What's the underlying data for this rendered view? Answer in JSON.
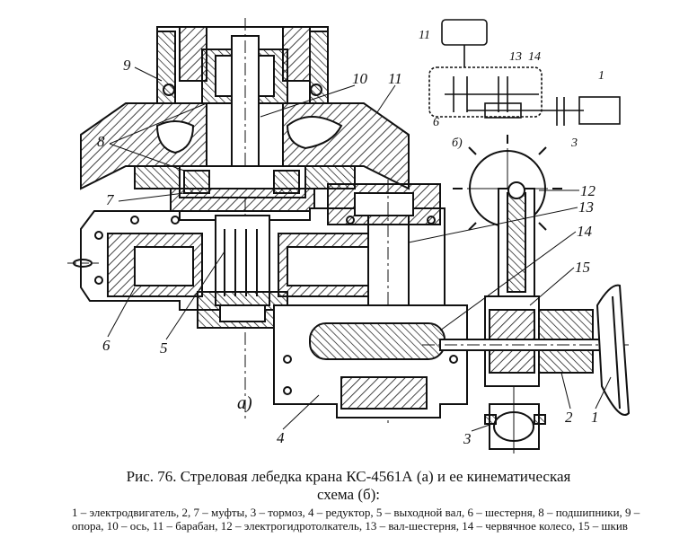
{
  "labels": {
    "part_1": "1",
    "part_2": "2",
    "part_3": "3",
    "part_4": "4",
    "part_5": "5",
    "part_6": "6",
    "part_7": "7",
    "part_8": "8",
    "part_9": "9",
    "part_10": "10",
    "part_11": "11",
    "part_12": "12",
    "part_13": "13",
    "part_14": "14",
    "part_15": "15",
    "view_a": "а)",
    "view_b": "б)"
  },
  "scheme_labels": {
    "s11": "11",
    "s13": "13",
    "s14": "14",
    "s1": "1",
    "s6": "6",
    "s3": "3"
  },
  "caption": {
    "line1": "Рис. 76. Стреловая лебедка крана КС-4561А (а) и ее кинематическая",
    "line2": "схема (б):"
  },
  "legend": "1 – электродвигатель, 2, 7 – муфты, 3 – тормоз, 4 – редуктор, 5 – выходной вал, 6 – шестерня, 8 – подшипники, 9 – опора, 10 – ось, 11 – барабан, 12 – электрогидротолкатель, 13 – вал-шестерня, 14 – червячное колесо, 15 – шкив"
}
